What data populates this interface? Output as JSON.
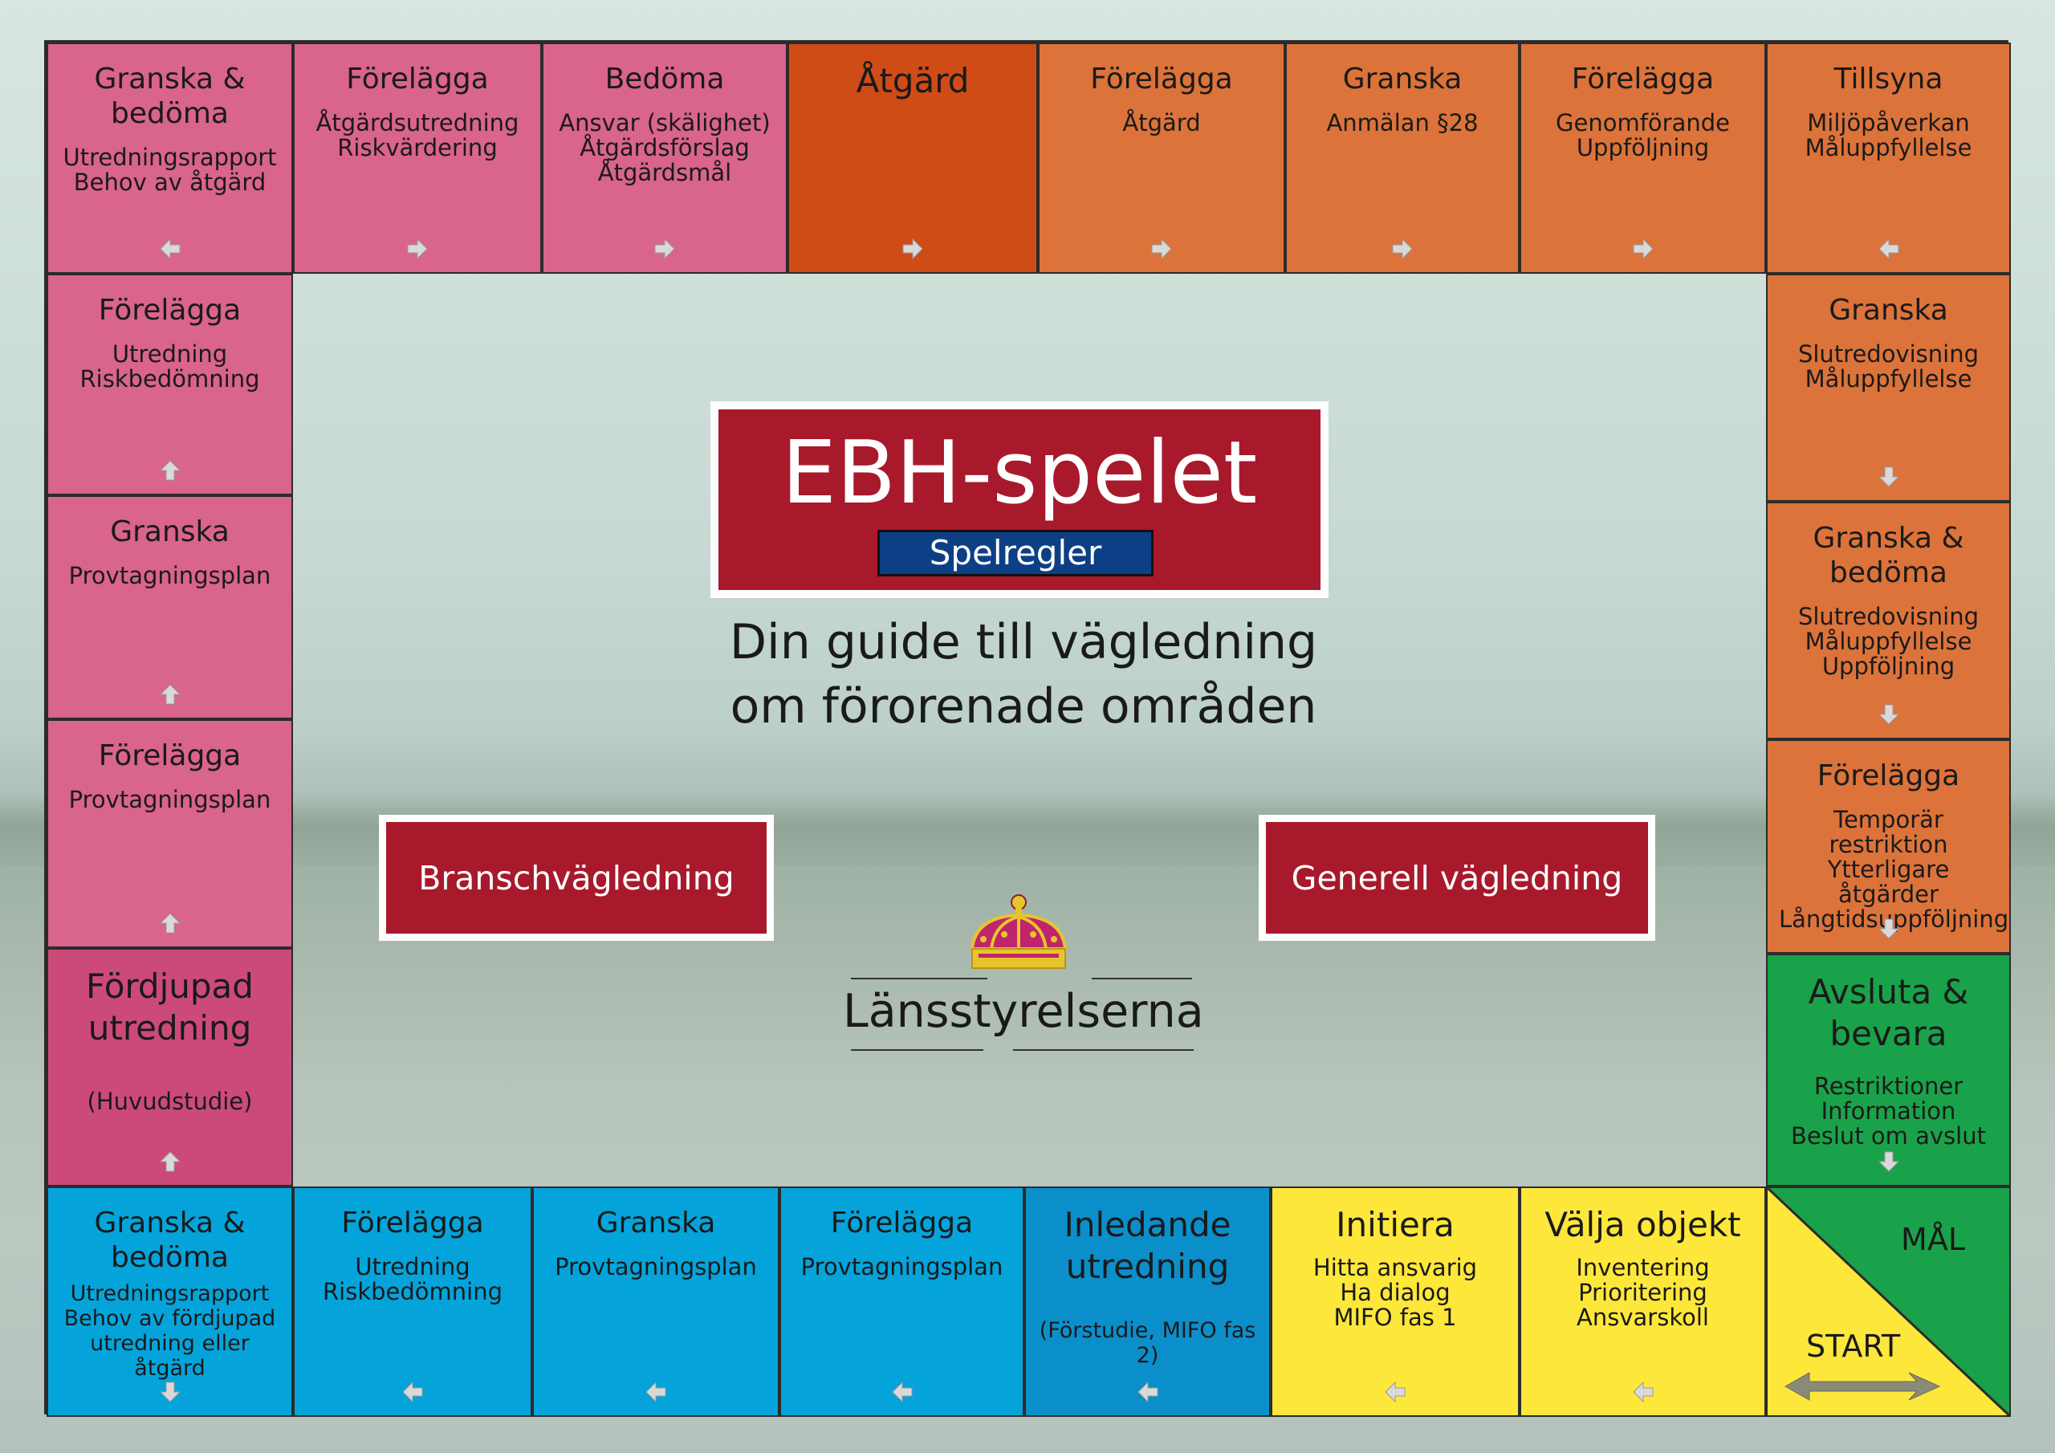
{
  "title": "EBH-spelet",
  "subtitle": "Spelregler",
  "tagline_line1": "Din guide till vägledning",
  "tagline_line2": "om förorenade områden",
  "buttons": {
    "left": "Branschvägledning",
    "right": "Generell vägledning"
  },
  "logo_text": "Länsstyrelserna",
  "corner": {
    "goal": "MÅL",
    "start": "START"
  },
  "colors": {
    "pink": "#d9648c",
    "orange": "#dc733a",
    "blue": "#04a4db",
    "yellow": "#fde73b",
    "green": "#1aa24a",
    "red": "#a8192c",
    "navy": "#0d3f86"
  },
  "top_row": [
    {
      "title": "Granska &\nbedöma",
      "desc": "Utredningsrapport\nBehov av åtgärd",
      "arrow": "left-icon"
    },
    {
      "title": "Förelägga",
      "desc": "Åtgärdsutredning\nRiskvärdering",
      "arrow": "right-icon"
    },
    {
      "title": "Bedöma",
      "desc": "Ansvar (skälighet)\nÅtgärdsförslag\nÅtgärdsmål",
      "arrow": "right-icon"
    },
    {
      "title": "Åtgärd",
      "desc": "",
      "arrow": "right-icon"
    },
    {
      "title": "Förelägga",
      "desc": "Åtgärd",
      "arrow": "right-icon"
    },
    {
      "title": "Granska",
      "desc": "Anmälan §28",
      "arrow": "right-icon"
    },
    {
      "title": "Förelägga",
      "desc": "Genomförande\nUppföljning",
      "arrow": "right-icon"
    },
    {
      "title": "Tillsyna",
      "desc": "Miljöpåverkan\nMåluppfyllelse",
      "arrow": "left-icon"
    }
  ],
  "left_col": [
    {
      "title": "Förelägga",
      "desc": "Utredning\nRiskbedömning",
      "arrow": "up-icon"
    },
    {
      "title": "Granska",
      "desc": "Provtagningsplan",
      "arrow": "up-icon"
    },
    {
      "title": "Förelägga",
      "desc": "Provtagningsplan",
      "arrow": "up-icon"
    },
    {
      "title": "Fördjupad\nutredning",
      "desc": "(Huvudstudie)",
      "arrow": "up-icon"
    }
  ],
  "right_col": [
    {
      "title": "Granska",
      "desc": "Slutredovisning\nMåluppfyllelse",
      "arrow": "down-icon"
    },
    {
      "title": "Granska &\nbedöma",
      "desc": "Slutredovisning\nMåluppfyllelse\nUppföljning",
      "arrow": "down-icon"
    },
    {
      "title": "Förelägga",
      "desc": "Temporär restriktion\nYtterligare åtgärder\nLångtidsuppföljning",
      "arrow": "down-icon"
    },
    {
      "title": "Avsluta &\nbevara",
      "desc": "Restriktioner\nInformation\nBeslut om avslut",
      "arrow": "down-icon"
    }
  ],
  "bottom_row": [
    {
      "title": "Granska &\nbedöma",
      "desc": "Utredningsrapport\nBehov av fördjupad\nutredning eller åtgärd",
      "arrow": "down-icon"
    },
    {
      "title": "Förelägga",
      "desc": "Utredning\nRiskbedömning",
      "arrow": "left-icon"
    },
    {
      "title": "Granska",
      "desc": "Provtagningsplan",
      "arrow": "left-icon"
    },
    {
      "title": "Förelägga",
      "desc": "Provtagningsplan",
      "arrow": "left-icon"
    },
    {
      "title": "Inledande\nutredning",
      "desc": "(Förstudie, MIFO fas 2)",
      "arrow": "left-icon"
    },
    {
      "title": "Initiera",
      "desc": "Hitta ansvarig\nHa dialog\nMIFO fas 1",
      "arrow": "left-icon"
    },
    {
      "title": "Välja objekt",
      "desc": "Inventering\nPrioritering\nAnsvarskoll",
      "arrow": "left-icon"
    }
  ]
}
